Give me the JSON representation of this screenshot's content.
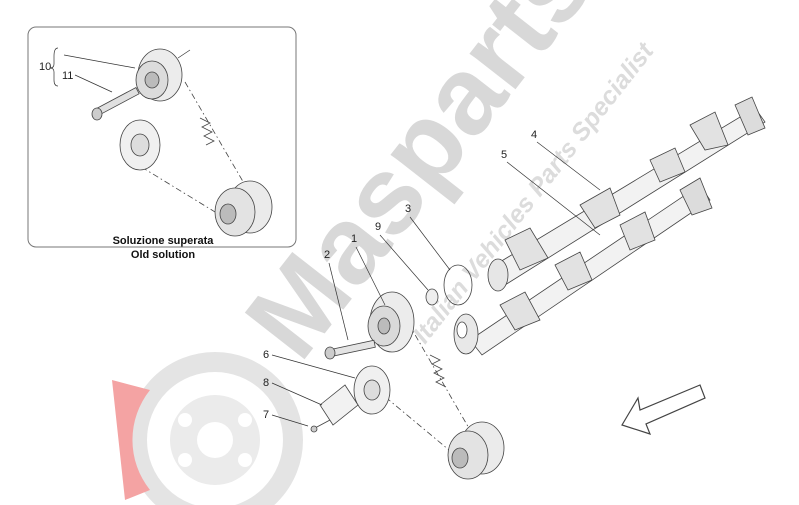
{
  "inset": {
    "caption_line1": "Soluzione superata",
    "caption_line2": "Old solution",
    "callouts": [
      "10",
      "11"
    ]
  },
  "callouts": [
    "1",
    "2",
    "3",
    "4",
    "5",
    "6",
    "7",
    "8",
    "9"
  ],
  "watermark": {
    "brand": "Masparts",
    "tagline": "Italian Vehicles Parts Specialist"
  },
  "colors": {
    "logo_red": "#f4a3a3",
    "watermark_grey": "#d8d8d8",
    "line": "#333333"
  },
  "icons": [
    "direction-arrow-icon"
  ]
}
